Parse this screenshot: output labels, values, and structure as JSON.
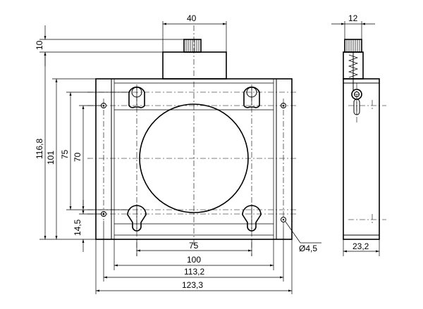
{
  "front_view": {
    "dims": {
      "width_top": "40",
      "height_top": "10",
      "overall_height": "116,8",
      "height_101": "101",
      "height_75": "75",
      "height_70": "70",
      "offset_14_5": "14,5",
      "width_75": "75",
      "width_100": "100",
      "width_113_2": "113,2",
      "width_123_3": "123,3",
      "hole_dia": "Ø4,5"
    }
  },
  "side_view": {
    "dims": {
      "width_top": "12",
      "depth": "23,2"
    }
  }
}
